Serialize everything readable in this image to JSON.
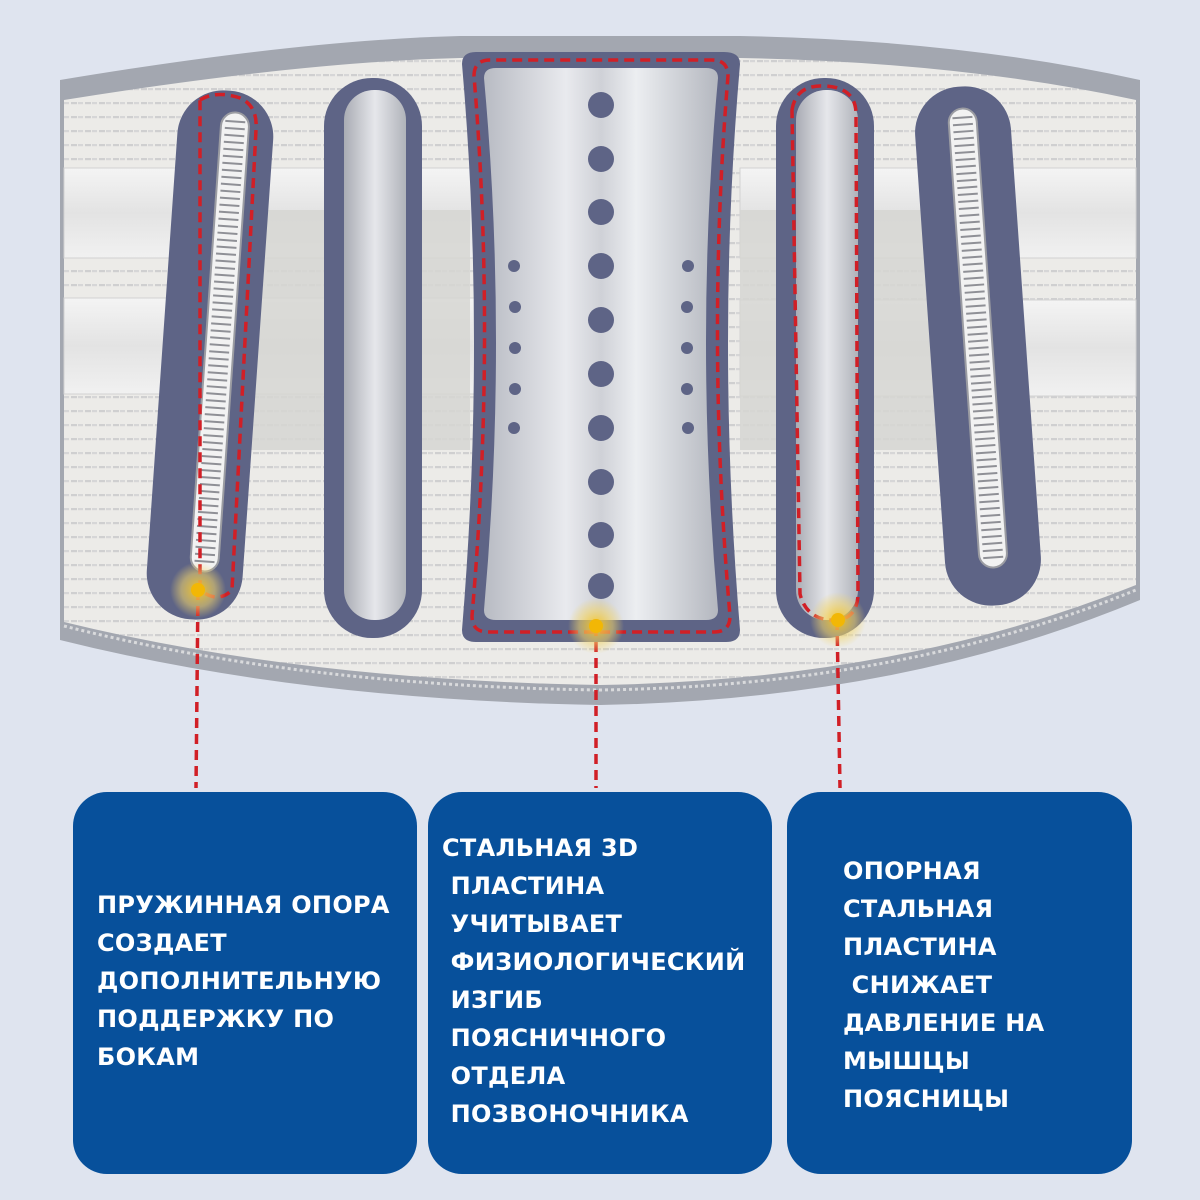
{
  "colors": {
    "background": "#dfe4ef",
    "card": "#07509b",
    "card_text": "#ffffff",
    "callout_line": "#d11f26",
    "marker": "#f2b705",
    "steel_plate": "#c9ccd3",
    "mesh_fabric": "#ececea",
    "border_trim": "#9ea3ad",
    "pocket_navy": "#5e6486"
  },
  "callouts": [
    {
      "name": "spring-support",
      "text": "ПРУЖИННАЯ ОПОРА\nСОЗДАЕТ\nДОПОЛНИТЕЛЬНУЮ\nПОДДЕРЖКУ ПО\nБОКАМ"
    },
    {
      "name": "steel-3d-plate",
      "text": "СТАЛЬНАЯ 3D\n ПЛАСТИНА\n УЧИТЫВАЕТ\n ФИЗИОЛОГИЧЕСКИЙ\n ИЗГИБ\n ПОЯСНИЧНОГО\n ОТДЕЛА\n ПОЗВОНОЧНИКА"
    },
    {
      "name": "support-steel-plate",
      "text": "ОПОРНАЯ\nСТАЛЬНАЯ\nПЛАСТИНА\n СНИЖАЕТ\nДАВЛЕНИЕ НА\nМЫШЦЫ\nПОЯСНИЦЫ"
    }
  ]
}
